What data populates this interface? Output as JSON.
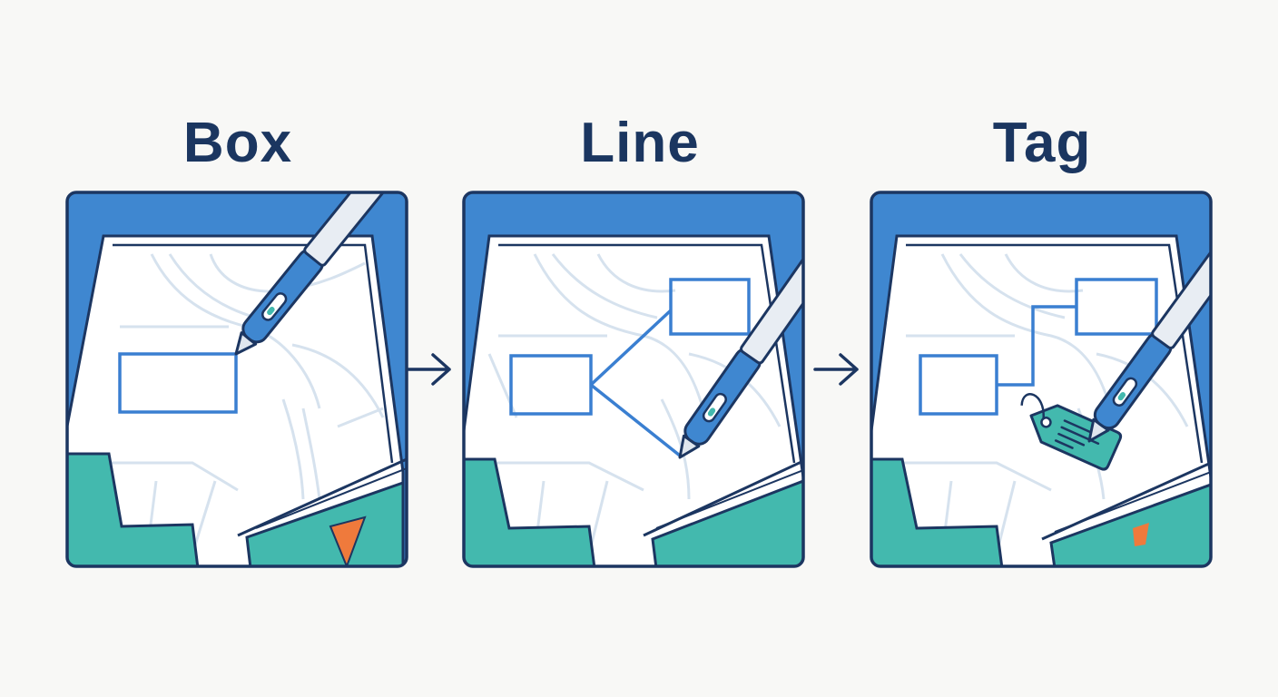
{
  "steps": [
    {
      "id": "box",
      "label": "Box"
    },
    {
      "id": "line",
      "label": "Line"
    },
    {
      "id": "tag",
      "label": "Tag"
    }
  ],
  "colors": {
    "frame_blue": "#3f87d0",
    "outline_navy": "#1c3661",
    "teal": "#43b9ae",
    "orange": "#ef7a3c",
    "map_paper": "#ffffff",
    "road": "#d6e2ee",
    "annotation": "#3a7fd1"
  },
  "icons": [
    "stylus-pen-icon",
    "price-tag-icon",
    "arrow-right-icon"
  ]
}
